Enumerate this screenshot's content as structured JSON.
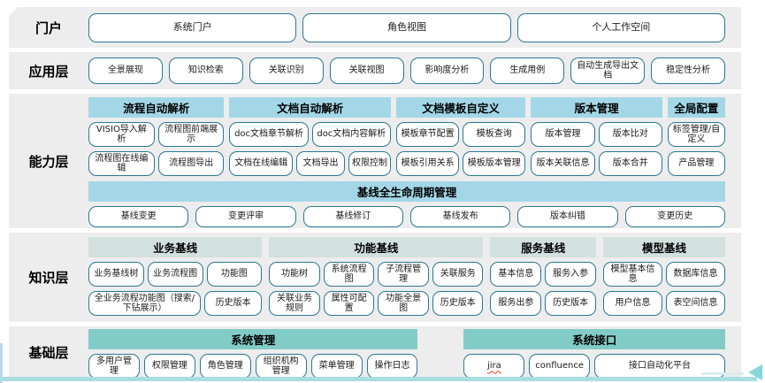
{
  "colors": {
    "node_border": "#2A7894",
    "header_blue": "#A3D7E8",
    "header_sage": "#D3E1DE",
    "header_teal": "#82CCC8",
    "band_background": "#EDEDED",
    "bottom_accent": "#A9DDE2",
    "spellcheck_underline": "#E03C31"
  },
  "portal": {
    "label": "门户",
    "boxes": [
      "系统门户",
      "角色视图",
      "个人工作空间"
    ]
  },
  "app": {
    "label": "应用层",
    "boxes": [
      "全景展现",
      "知识检索",
      "关联识别",
      "关联视图",
      "影响度分析",
      "生成用例",
      "自动生成导出文档",
      "稳定性分析"
    ]
  },
  "cap": {
    "label": "能力层",
    "g0": {
      "header": "流程自动解析",
      "r0": [
        "VISIO导入解析",
        "流程图前端展示"
      ],
      "r1": [
        "流程图在线编辑",
        "流程图导出"
      ]
    },
    "g1": {
      "header": "文档自动解析",
      "r0": [
        "doc文档章节解析",
        "doc文档内容解析"
      ],
      "r1": [
        "文档在线编辑",
        "文档导出",
        "权限控制"
      ]
    },
    "g2": {
      "header": "文档模板自定义",
      "r0": [
        "模板章节配置",
        "模板查询"
      ],
      "r1": [
        "模板引用关系",
        "模板版本管理"
      ]
    },
    "g3": {
      "header": "版本管理",
      "r0": [
        "版本管理",
        "版本比对"
      ],
      "r1": [
        "版本关联信息",
        "版本合并"
      ]
    },
    "g4": {
      "header": "全局配置",
      "r0": [
        "标签管理/自定义"
      ],
      "r1": [
        "产品管理"
      ]
    },
    "baseline": {
      "header": "基线全生命周期管理",
      "boxes": [
        "基线变更",
        "变更评审",
        "基线修订",
        "基线发布",
        "版本纠错",
        "变更历史"
      ]
    }
  },
  "know": {
    "label": "知识层",
    "g0": {
      "header": "业务基线",
      "r0": [
        "业务基线树",
        "业务流程图",
        "功能图"
      ],
      "r1": [
        "全业务流程功能图（搜索/下钻展示）",
        "历史版本"
      ]
    },
    "g1": {
      "header": "功能基线",
      "r0": [
        "功能树",
        "系统流程图",
        "子流程管理",
        "关联服务"
      ],
      "r1": [
        "关联业务规则",
        "属性可配置",
        "功能全景图",
        "历史版本"
      ]
    },
    "g2": {
      "header": "服务基线",
      "r0": [
        "基本信息",
        "服务入参"
      ],
      "r1": [
        "服务出参",
        "历史版本"
      ]
    },
    "g3": {
      "header": "模型基线",
      "r0": [
        "模型基本信息",
        "数据库信息"
      ],
      "r1": [
        "用户信息",
        "表空间信息"
      ]
    }
  },
  "base": {
    "label": "基础层",
    "g0": {
      "header": "系统管理",
      "boxes": [
        "多用户管理",
        "权限管理",
        "角色管理",
        "组织机构管理",
        "菜单管理",
        "操作日志"
      ]
    },
    "g1": {
      "header": "系统接口",
      "boxes": [
        "jira",
        "confluence",
        "接口自动化平台"
      ]
    }
  }
}
